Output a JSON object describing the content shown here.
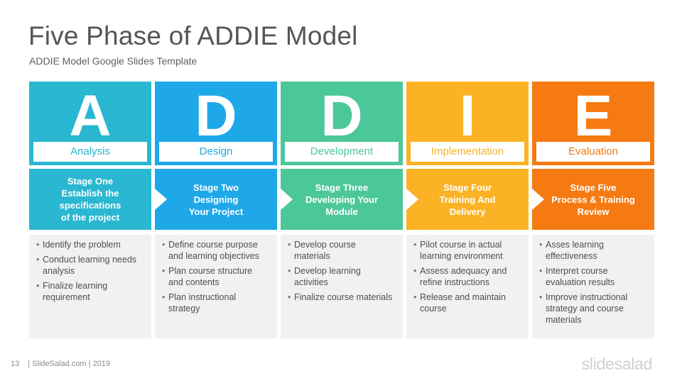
{
  "title": "Five Phase of ADDIE Model",
  "subtitle": "ADDIE Model Google Slides Template",
  "phases": [
    {
      "letter": "A",
      "label": "Analysis",
      "stage": "Stage One\nEstablish the\nspecifications\nof the project",
      "bullets": [
        "Identify the problem",
        "Conduct learning needs analysis",
        "Finalize learning requirement"
      ],
      "color": "#29b7d1"
    },
    {
      "letter": "D",
      "label": "Design",
      "stage": "Stage Two\nDesigning\nYour Project",
      "bullets": [
        "Define course purpose and learning objectives",
        "Plan course structure and contents",
        "Plan instructional strategy"
      ],
      "color": "#1ea8e8"
    },
    {
      "letter": "D",
      "label": "Development",
      "stage": "Stage Three\nDeveloping Your\nModule",
      "bullets": [
        "Develop course materials",
        "Develop learning activities",
        "Finalize course materials"
      ],
      "color": "#4cc79a"
    },
    {
      "letter": "I",
      "label": "Implementation",
      "stage": "Stage Four\nTraining And\nDelivery",
      "bullets": [
        "Pilot course in actual learning environment",
        "Assess adequacy and refine instructions",
        "Release and maintain course"
      ],
      "color": "#fbb325"
    },
    {
      "letter": "E",
      "label": "Evaluation",
      "stage": "Stage Five\nProcess & Training\nReview",
      "bullets": [
        "Asses learning effectiveness",
        "Interpret course evaluation results",
        "Improve instructional strategy and course materials"
      ],
      "color": "#f57a12"
    }
  ],
  "footer": {
    "page_number": "13",
    "source": "| SlideSalad.com | 2019"
  },
  "brand": "slidesalad"
}
